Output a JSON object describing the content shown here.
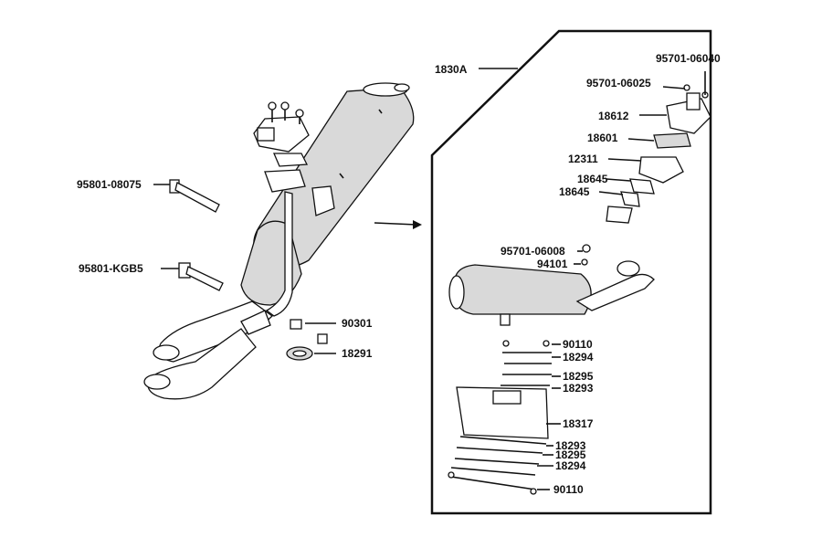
{
  "diagram": {
    "assembly_label": "1830A",
    "left_labels": {
      "bolt_long": "95801-08075",
      "bolt_short": "95801-KGB5",
      "nut": "90301",
      "gasket": "18291"
    },
    "right_labels": {
      "screw_top": "95701-06040",
      "screw_mid": "95701-06025",
      "flange": "18612",
      "gasket_plate": "18601",
      "valve_body": "12311",
      "clip_a": "18645",
      "clip_b": "18645",
      "bolt_small": "95701-06008",
      "washer": "94101",
      "fastener_top": "90110",
      "strap_top_a": "18294",
      "strap_top_b": "18295",
      "strap_top_c": "18293",
      "heat_shield": "18317",
      "strap_bot_a": "18293",
      "strap_bot_b": "18295",
      "strap_bot_c": "18294",
      "fastener_bottom": "90110"
    }
  }
}
